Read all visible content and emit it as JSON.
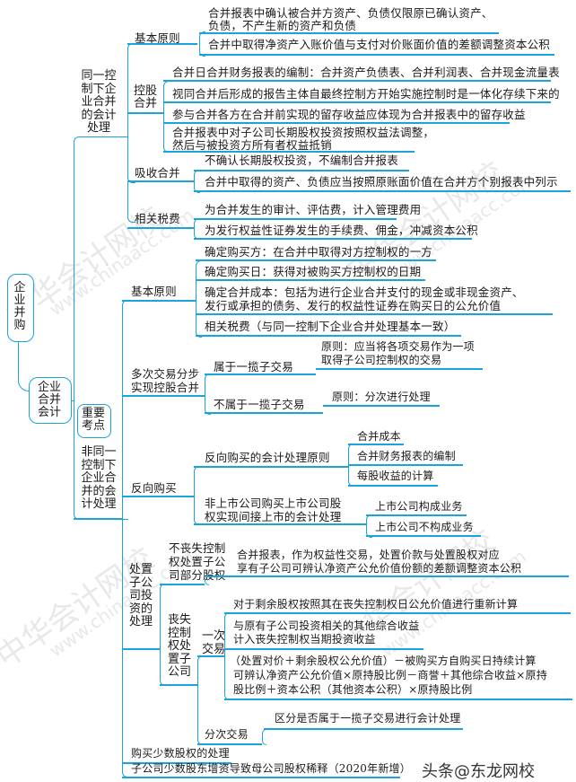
{
  "root": {
    "label": "企业并购"
  },
  "level1": {
    "label": "企业合并会计"
  },
  "key_point_badge": {
    "label": "重要考点"
  },
  "same_control": {
    "label": "同一控制下企业合并的会计处理",
    "basic_principle": {
      "label": "基本原则",
      "items": [
        "合并报表中确认被合并方资产、负债仅限原已确认资产、",
        "负债，不产生新的资产和负债",
        "合并中取得净资产入账价值与支付对价账面价值的差额调整资本公积"
      ]
    },
    "holding_merger": {
      "label": "控股合并",
      "items": [
        "合并日合并财务报表的编制：合并资产负债表、合并利润表、合并现金流量表",
        "视同合并后形成的报告主体自最终控制方开始实施控制时是一体化存续下来的",
        "参与合并各方在合并前实现的留存收益应体现为合并报表中的留存收益",
        "合并报表中对子公司长期股权投资按照权益法调整，",
        "然后与被投资方所有者权益抵销"
      ]
    },
    "absorption_merger": {
      "label": "吸收合并",
      "items": [
        "不确认长期股权投资，不编制合并报表",
        "合并中取得的资产、负债应当按照原账面价值在合并方个别报表中列示"
      ]
    },
    "related_fees": {
      "label": "相关税费",
      "items": [
        "为合并发生的审计、评估费，计入管理费用",
        "为发行权益性证券发生的手续费、佣金，冲减资本公积"
      ]
    }
  },
  "non_same_control": {
    "label": "非同一控制下企业合并的会计处理",
    "basic_principle": {
      "label": "基本原则",
      "items": [
        "确定购买方：在合并中取得对方控制权的一方",
        "确定购买日：获得对被购买方控制权的日期",
        "确定合并成本：包括为进行企业合并支付的现金或非现金资产、",
        "发行或承担的债务、发行的权益性证券在购买日的公允价值",
        "相关税费（与同一控制下企业合并处理基本一致）"
      ]
    },
    "step_acquisition": {
      "label_line1": "多次交易分步",
      "label_line2": "实现控股合并",
      "package": {
        "label": "属于一揽子交易",
        "principle_line1": "原则：应当将各项交易作为一项",
        "principle_line2": "取得子公司控制权的交易"
      },
      "non_package": {
        "label": "不属于一揽子交易",
        "principle": "原则：分次进行处理"
      }
    },
    "reverse_acquisition": {
      "label": "反向购买",
      "principle": {
        "label": "反向购买的会计处理原则",
        "items": [
          "合并成本",
          "合并财务报表的编制",
          "每股收益的计算"
        ]
      },
      "indirect_listing": {
        "label_line1": "非上市公司购买上市公司股",
        "label_line2": "权实现间接上市的会计处理",
        "items": [
          "上市公司构成业务",
          "上市公司不构成业务"
        ]
      }
    },
    "disposal": {
      "label": "处置子公司投资的处理",
      "no_loss_control": {
        "label_lines": [
          "不丧失控制",
          "权处置子公",
          "司部分股权"
        ],
        "text_line1": "合并报表，作为权益性交易，处置价款与处置股权对应",
        "text_line2": "享有子公司可辨认净资产公允价值份额的差额调整资本公积"
      },
      "loss_control": {
        "label": "丧失控制权处置子公司",
        "single_transaction": {
          "label": "一次交易",
          "items": [
            "对于剩余股权按照其在丧失控制权日公允价值进行重新计算",
            "与原有子公司投资相关的其他综合收益",
            "计入丧失控制权当期投资收益",
            "（处置对价＋剩余股权公允价值）－被购买方自购买日持续计算",
            "可辨认净资产公允价值×原持股比例－商誉＋其他综合收益×原持",
            "股比例＋资本公积（其他资本公积）×原持股比例"
          ]
        },
        "multiple_transactions": {
          "label": "分次交易",
          "text": "区分是否属于一揽子交易进行会计处理"
        }
      }
    },
    "minority_purchase": {
      "label": "购买少数股权的处理"
    },
    "dilution": {
      "label": "子公司少数股东增资导致母公司股权稀释（2020年新增）"
    }
  },
  "watermarks": {
    "cn": "中华会计网校",
    "url": "www.chinaacc.com",
    "footer": "头条@东龙网校"
  },
  "colors": {
    "line": "#1aa3dc",
    "text": "#1a1a1a"
  }
}
